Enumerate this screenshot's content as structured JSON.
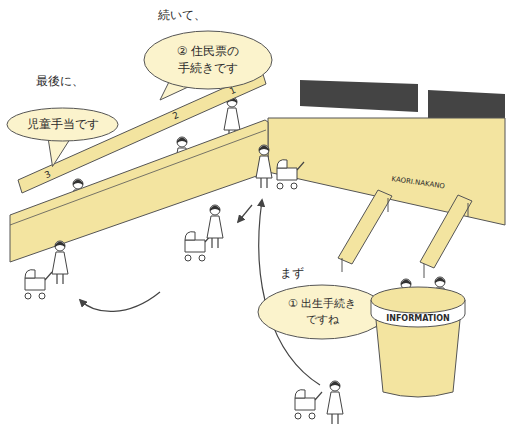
{
  "diagram": {
    "nodes": [
      {
        "text": [
          "続いて、",
          "② 住民票の 手続きです"
        ]
      },
      {
        "text": [
          "最後に、",
          "児童手当です"
        ]
      },
      {
        "text": [
          "まず",
          "① 出生手続き ですね"
        ]
      },
      {
        "text": [
          "INFORMATION"
        ]
      }
    ],
    "labels": [
      "1",
      "2",
      "3",
      "KAORI.NAKANO"
    ]
  }
}
